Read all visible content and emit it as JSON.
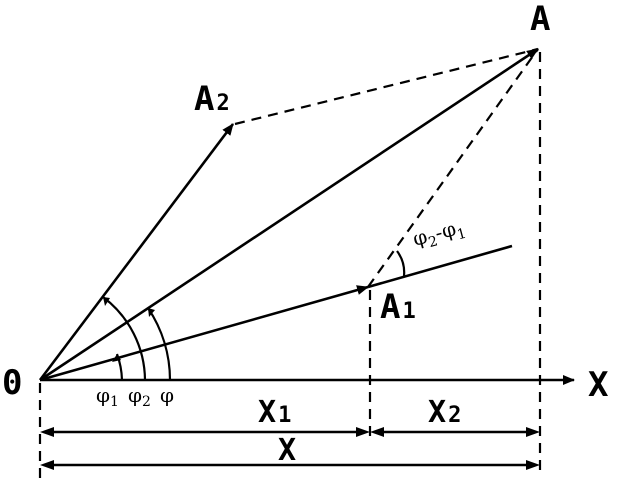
{
  "labels": {
    "origin": "0",
    "a": "A",
    "a1_main": "A",
    "a1_sub": "1",
    "a2_main": "A",
    "a2_sub": "2",
    "axis": "X",
    "x1_main": "X",
    "x1_sub": "1",
    "x2_main": "X",
    "x2_sub": "2",
    "x_total": "X",
    "angle_diff_a": "φ",
    "angle_diff_a_sub": "2",
    "angle_diff_dash": "-",
    "angle_diff_b": "φ",
    "angle_diff_b_sub": "1",
    "phi1": "φ",
    "phi1_sub": "1",
    "phi2": "φ",
    "phi2_sub": "2",
    "phi": "φ"
  },
  "colors": {
    "ink": "#000000",
    "background": "#ffffff"
  }
}
